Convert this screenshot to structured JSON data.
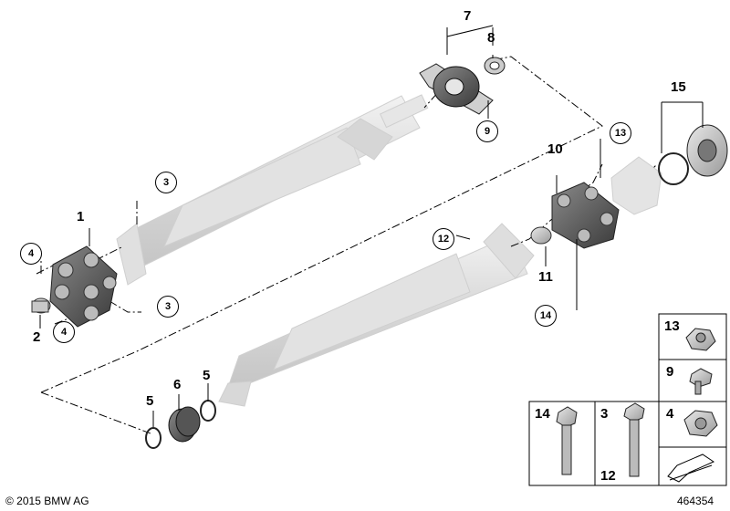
{
  "callouts": {
    "n1": "1",
    "n2": "2",
    "n5a": "5",
    "n5b": "5",
    "n6": "6",
    "n7": "7",
    "n8": "8",
    "n10": "10",
    "n11": "11",
    "n15": "15"
  },
  "circled": {
    "c3a": "3",
    "c3b": "3",
    "c4a": "4",
    "c4b": "4",
    "c9": "9",
    "c12": "12",
    "c13": "13",
    "c14": "14"
  },
  "legend": {
    "box13": "13",
    "box9": "9",
    "box4": "4",
    "box14": "14",
    "box3": "3",
    "box12": "12"
  },
  "footer": {
    "copyright": "© 2015 BMW AG",
    "diagram_number": "464354"
  }
}
